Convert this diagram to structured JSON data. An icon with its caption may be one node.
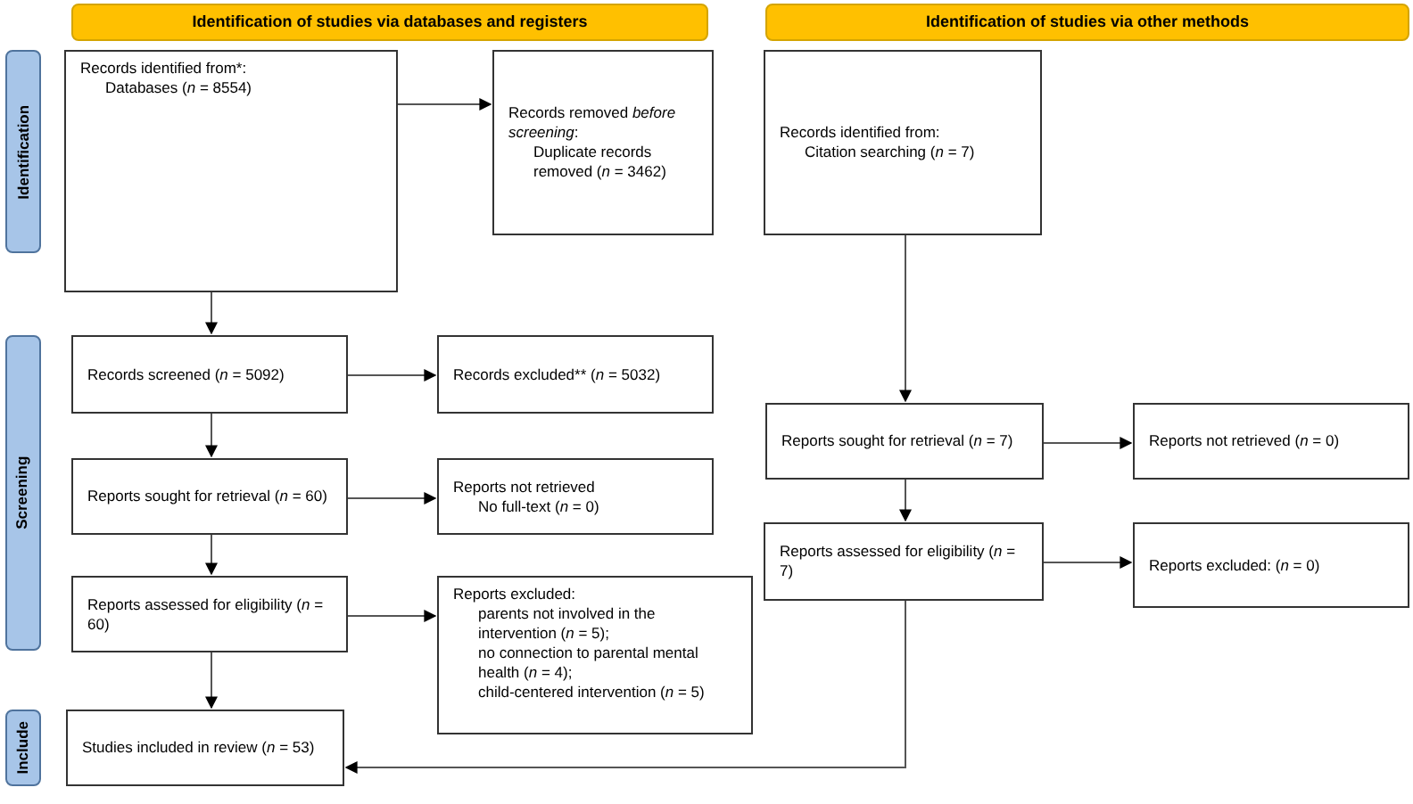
{
  "diagram": {
    "nodes": [
      {
        "text": [
          "Identification of studies via databases and registers"
        ]
      },
      {
        "text": [
          "Identification of studies via other methods"
        ]
      },
      {
        "text": [
          "Identification"
        ]
      },
      {
        "text": [
          "Screening"
        ]
      },
      {
        "text": [
          "Include"
        ]
      },
      {
        "text": [
          "Records identified from*:",
          "Databases (*n* = 8554)"
        ]
      },
      {
        "text": [
          "Records removed *before screening*:",
          "Duplicate records removed (*n* = 3462)"
        ]
      },
      {
        "text": [
          "Records identified from:",
          "Citation searching (*n* = 7)"
        ]
      },
      {
        "text": [
          "Records screened (*n* = 5092)"
        ]
      },
      {
        "text": [
          "Records excluded** (*n* = 5032)"
        ]
      },
      {
        "text": [
          "Reports sought for retrieval (*n* = 60)"
        ]
      },
      {
        "text": [
          "Reports not retrieved",
          "No full-text (*n* = 0)"
        ]
      },
      {
        "text": [
          "Reports assessed for eligibility (*n* = 60)"
        ]
      },
      {
        "text": [
          "Reports excluded:",
          "parents not involved in the intervention (*n* = 5);",
          "no connection to parental mental health (*n* = 4);",
          "child-centered intervention (*n* = 5)"
        ]
      },
      {
        "text": [
          "Studies included in review (*n* = 53)"
        ]
      },
      {
        "text": [
          "Reports sought for retrieval (*n* = 7)"
        ]
      },
      {
        "text": [
          "Reports not retrieved (*n* = 0)"
        ]
      },
      {
        "text": [
          "Reports assessed for eligibility (*n* = 7)"
        ]
      },
      {
        "text": [
          "Reports excluded: (*n* = 0)"
        ]
      }
    ],
    "edges": [
      {
        "from": 5,
        "to": 6,
        "arrow": "to"
      },
      {
        "from": 5,
        "to": 8,
        "arrow": "to"
      },
      {
        "from": 8,
        "to": 9,
        "arrow": "to"
      },
      {
        "from": 8,
        "to": 10,
        "arrow": "to"
      },
      {
        "from": 10,
        "to": 11,
        "arrow": "to"
      },
      {
        "from": 10,
        "to": 12,
        "arrow": "to"
      },
      {
        "from": 12,
        "to": 13,
        "arrow": "to"
      },
      {
        "from": 12,
        "to": 14,
        "arrow": "to"
      },
      {
        "from": 7,
        "to": 15,
        "arrow": "to"
      },
      {
        "from": 15,
        "to": 16,
        "arrow": "to"
      },
      {
        "from": 15,
        "to": 17,
        "arrow": "to"
      },
      {
        "from": 17,
        "to": 18,
        "arrow": "to"
      },
      {
        "from": 17,
        "to": 14,
        "arrow": "to"
      }
    ]
  }
}
